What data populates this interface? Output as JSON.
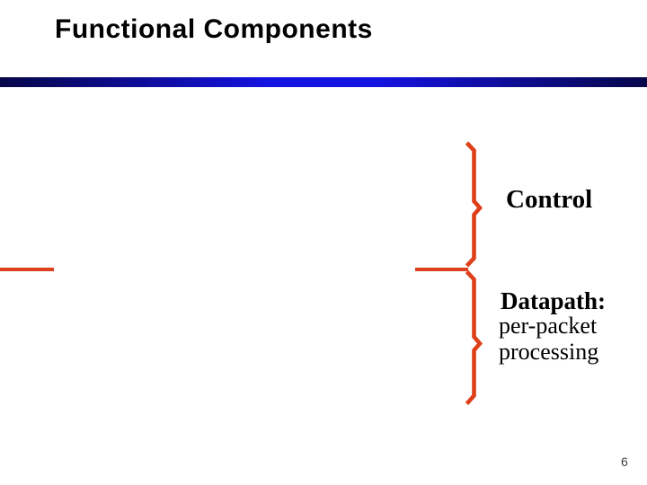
{
  "slide": {
    "title": "Functional Components",
    "page_number": "6",
    "annotations": {
      "control_label": "Control",
      "datapath_heading": "Datapath:",
      "datapath_detail_line1": "per-packet",
      "datapath_detail_line2": "processing"
    },
    "icons": {
      "control_brace": "right-curly-brace",
      "datapath_brace": "right-curly-brace"
    },
    "colors": {
      "accent": "#DD401A",
      "rule_edge": "#07074A",
      "rule_center": "#1513E2",
      "text": "#000000",
      "page_number": "#3C3C3C"
    }
  }
}
